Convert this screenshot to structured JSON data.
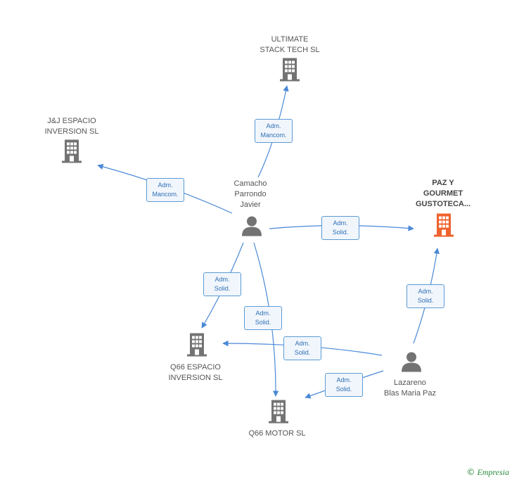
{
  "colors": {
    "edge": "#4a89d6",
    "building": "#737373",
    "focus_building": "#f0622d",
    "person": "#737373"
  },
  "nodes": {
    "ultimate": {
      "label": "ULTIMATE\nSTACK TECH  SL",
      "icon": "building-icon"
    },
    "jj": {
      "label": "J&J ESPACIO\nINVERSION  SL",
      "icon": "building-icon"
    },
    "camacho": {
      "label": "Camacho\nParrondo\nJavier",
      "icon": "person-icon"
    },
    "paz": {
      "label": "PAZ Y\nGOURMET\nGUSTOTECA...",
      "icon": "building-icon"
    },
    "q66espacio": {
      "label": "Q66 ESPACIO\nINVERSION  SL",
      "icon": "building-icon"
    },
    "q66motor": {
      "label": "Q66 MOTOR  SL",
      "icon": "building-icon"
    },
    "lazareno": {
      "label": "Lazareno\nBlas Maria Paz",
      "icon": "person-icon"
    }
  },
  "edges": [
    {
      "from": "camacho",
      "to": "ultimate",
      "role": [
        "Adm.",
        "Mancom."
      ]
    },
    {
      "from": "camacho",
      "to": "jj",
      "role": [
        "Adm.",
        "Mancom."
      ]
    },
    {
      "from": "camacho",
      "to": "paz",
      "role": [
        "Adm.",
        "Solid."
      ]
    },
    {
      "from": "camacho",
      "to": "q66espacio",
      "role": [
        "Adm.",
        "Solid."
      ]
    },
    {
      "from": "camacho",
      "to": "q66motor",
      "role": [
        "Adm.",
        "Solid."
      ]
    },
    {
      "from": "lazareno",
      "to": "paz",
      "role": [
        "Adm.",
        "Solid."
      ]
    },
    {
      "from": "lazareno",
      "to": "q66espacio",
      "role": [
        "Adm.",
        "Solid."
      ]
    },
    {
      "from": "lazareno",
      "to": "q66motor",
      "role": [
        "Adm.",
        "Solid."
      ]
    }
  ],
  "footer": {
    "copyright": "©",
    "brand": "Empresia"
  }
}
